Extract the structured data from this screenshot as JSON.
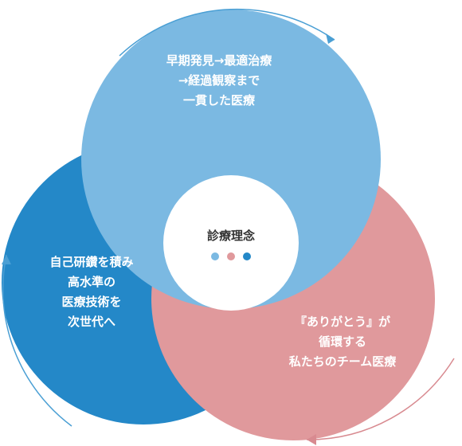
{
  "center": {
    "title": "診療理念"
  },
  "circles": [
    {
      "text": "早期発見→最適治療\n→経過観察まで\n一貫した医療",
      "color": "#7bb9e2"
    },
    {
      "text": "自己研鑽を積み\n高水準の\n医療技術を\n次世代へ",
      "color": "#2488c8"
    },
    {
      "text": "『ありがとう』が\n循環する\n私たちのチーム医療",
      "color": "#e0999c"
    }
  ],
  "dots": [
    "#7bb9e2",
    "#e0999c",
    "#2488c8"
  ],
  "colors": {
    "arrow_blue": "#4a9fd4",
    "arrow_pink": "#d88a90",
    "center_fill": "#ffffff"
  }
}
